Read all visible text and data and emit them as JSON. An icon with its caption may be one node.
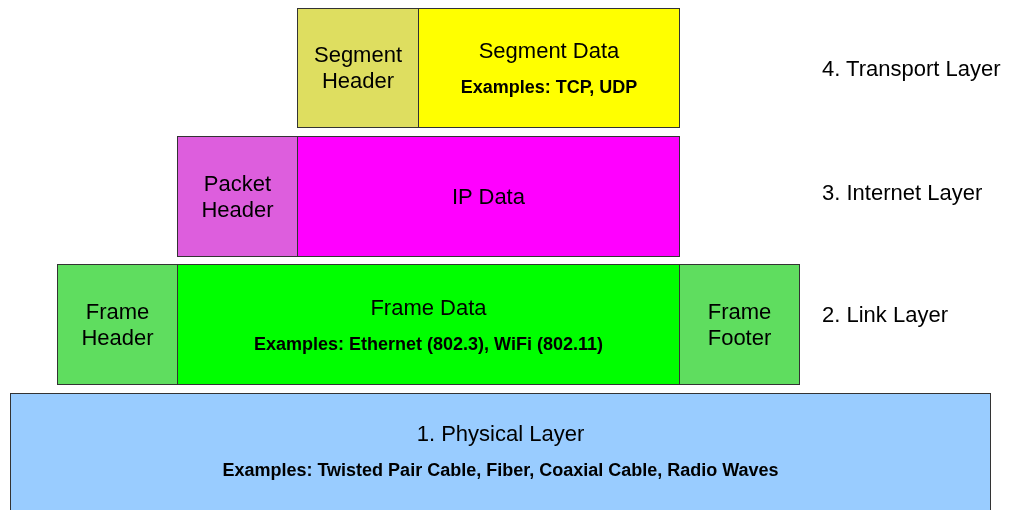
{
  "diagram": {
    "nodes": [
      {
        "text": [
          "Segment Header"
        ]
      },
      {
        "text": [
          "Segment Data",
          "Examples: TCP, UDP"
        ]
      },
      {
        "text": [
          "Packet Header"
        ]
      },
      {
        "text": [
          "IP Data"
        ]
      },
      {
        "text": [
          "Frame Header"
        ]
      },
      {
        "text": [
          "Frame Data",
          "Examples: Ethernet (802.3), WiFi (802.11)"
        ]
      },
      {
        "text": [
          "Frame Footer"
        ]
      },
      {
        "text": [
          "1. Physical Layer",
          "Examples: Twisted Pair Cable, Fiber, Coaxial Cable, Radio Waves"
        ]
      }
    ],
    "edges": [],
    "labels": [
      "4. Transport Layer",
      "3. Internet Layer",
      "2. Link Layer"
    ]
  }
}
